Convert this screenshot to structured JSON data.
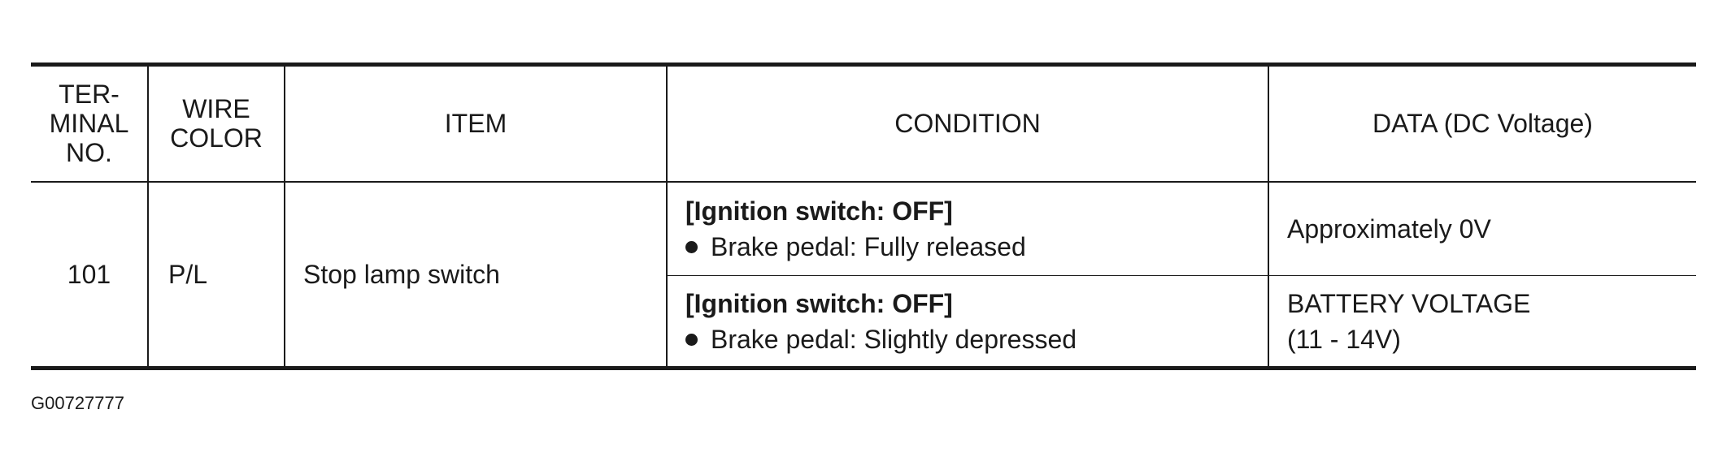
{
  "headers": {
    "terminal": [
      "TER-",
      "MINAL",
      "NO."
    ],
    "wire": [
      "WIRE",
      "COLOR"
    ],
    "item": "ITEM",
    "condition": "CONDITION",
    "data": "DATA (DC Voltage)"
  },
  "rows": {
    "terminal": "101",
    "wire": "P/L",
    "item": "Stop lamp switch",
    "conditions": [
      {
        "title": "[Ignition switch: OFF]",
        "detail": "Brake pedal: Fully released",
        "data": [
          "Approximately 0V"
        ]
      },
      {
        "title": "[Ignition switch: OFF]",
        "detail": "Brake pedal: Slightly depressed",
        "data": [
          "BATTERY VOLTAGE",
          "(11 - 14V)"
        ]
      }
    ]
  },
  "footer": {
    "id": "G00727777"
  }
}
